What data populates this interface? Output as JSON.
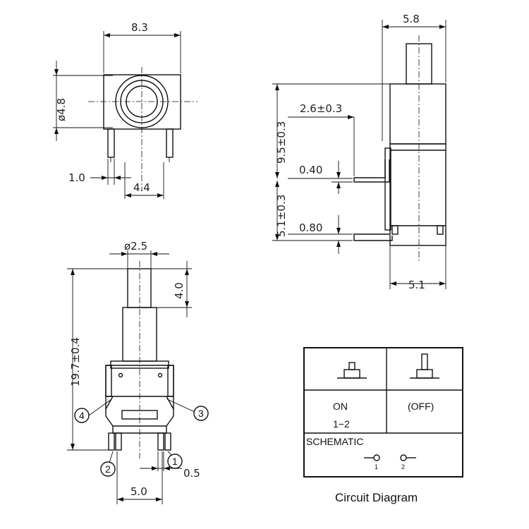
{
  "dimensions": {
    "top_width": "8.3",
    "dia_48": "ø4.8",
    "pin_width": "1.0",
    "pin_pitch": "4.4",
    "side_top_width": "5.8",
    "offset_26": "2.6±0.3",
    "height_95": "9.5±0.3",
    "thick_040": "0.40",
    "height_51": "5.1±0.3",
    "thick_080": "0.80",
    "side_bottom_width": "5.1",
    "dia_25": "ø2.5",
    "stem_40": "4.0",
    "height_197": "19.7±0.4",
    "pin_05": "0.5",
    "base_50": "5.0"
  },
  "pins": {
    "p1": "1",
    "p2": "2",
    "p3": "3",
    "p4": "4"
  },
  "circuit": {
    "state_on": "ON",
    "state_on_pins": "1−2",
    "state_off": "(OFF)",
    "schematic_label": "SCHEMATIC",
    "terminal_1": "1",
    "terminal_2": "2",
    "caption": "Circuit Diagram"
  }
}
